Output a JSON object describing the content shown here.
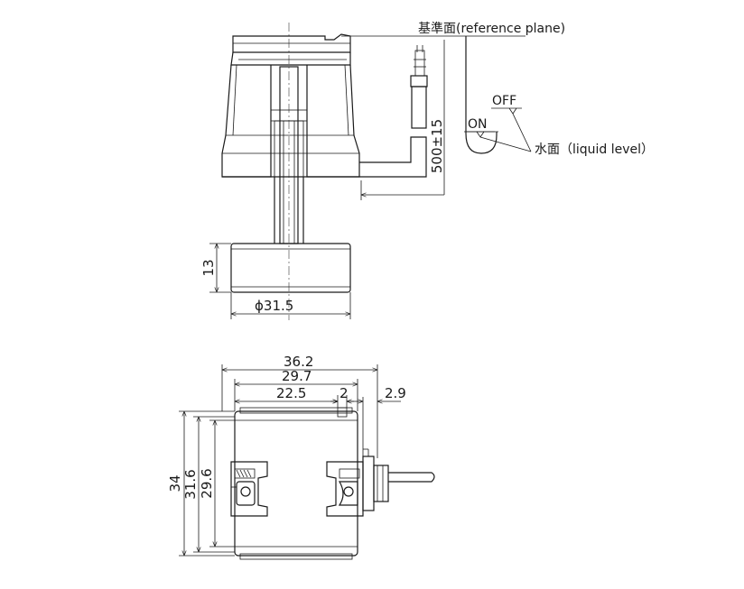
{
  "labels": {
    "reference_plane": "基準面(reference plane)",
    "liquid_level": "水面（liquid level）",
    "on": "ON",
    "off": "OFF"
  },
  "dimensions": {
    "cable_length": "500±15",
    "float_height": "13",
    "float_diameter": "ϕ31.5",
    "width_total": "36.2",
    "width_body": "29.7",
    "width_inner": "22.5",
    "gap": "2",
    "offset": "2.9",
    "height_total": "34",
    "height_mid": "31.6",
    "height_inner": "29.6"
  }
}
